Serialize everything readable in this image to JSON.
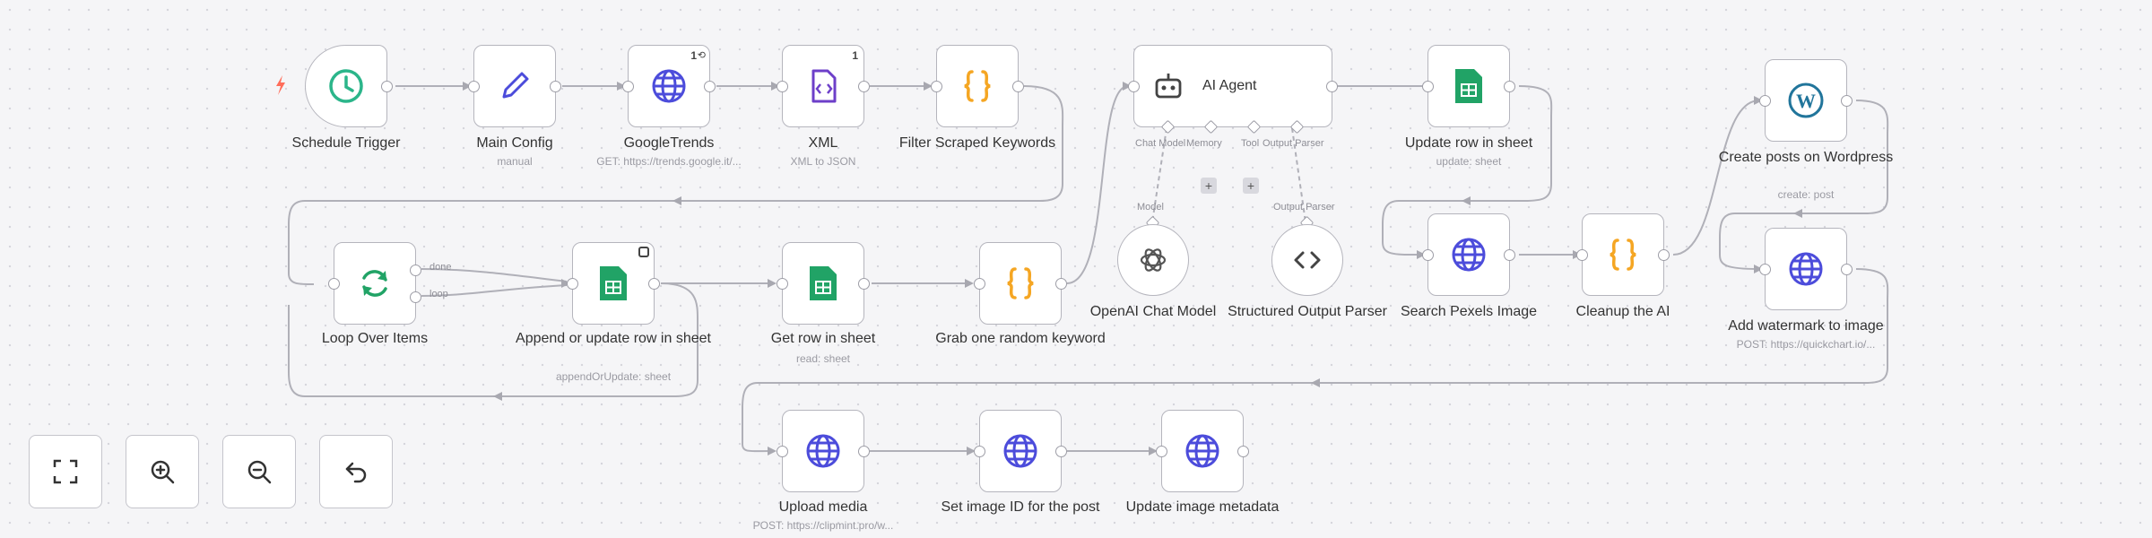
{
  "canvas": {
    "background": "#f5f5f7",
    "edge_color": "#b0b0b8"
  },
  "colors": {
    "green": "#21a366",
    "blue": "#4c4cdb",
    "orange": "#f5a623",
    "purple": "#6d3fc9",
    "teal": "#2bb58a",
    "red": "#ff6d5a"
  },
  "nodes": {
    "schedule_trigger": {
      "label": "Schedule Trigger",
      "icon": "clock-icon"
    },
    "main_config": {
      "label": "Main Config",
      "subtitle": "manual",
      "icon": "pencil-icon"
    },
    "google_trends": {
      "label": "GoogleTrends",
      "subtitle": "GET: https://trends.google.it/...",
      "badge": "1",
      "icon": "globe-icon"
    },
    "xml": {
      "label": "XML",
      "subtitle": "XML to JSON",
      "badge": "1",
      "icon": "xml-file-icon"
    },
    "filter_keywords": {
      "label": "Filter Scraped Keywords",
      "icon": "code-braces-icon"
    },
    "ai_agent": {
      "label": "AI Agent",
      "icon": "robot-icon",
      "ports": [
        "Chat Model",
        "Memory",
        "Tool",
        "Output Parser"
      ]
    },
    "update_row": {
      "label": "Update row in sheet",
      "subtitle": "update: sheet",
      "icon": "sheets-icon"
    },
    "create_posts": {
      "label": "Create posts on Wordpress",
      "subtitle": "create: post",
      "icon": "wordpress-icon"
    },
    "loop_items": {
      "label": "Loop Over Items",
      "outputs": [
        "done",
        "loop"
      ],
      "icon": "refresh-icon"
    },
    "append_row": {
      "label": "Append or update row in sheet",
      "subtitle": "appendOrUpdate: sheet",
      "icon": "sheets-icon"
    },
    "get_row": {
      "label": "Get row in sheet",
      "subtitle": "read: sheet",
      "icon": "sheets-icon"
    },
    "grab_keyword": {
      "label": "Grab one random keyword",
      "icon": "code-braces-icon"
    },
    "openai_model": {
      "label": "OpenAI Chat Model",
      "port_label": "Model",
      "icon": "openai-icon"
    },
    "output_parser": {
      "label": "Structured Output Parser",
      "port_label": "Output Parser",
      "icon": "code-brackets-icon"
    },
    "search_pexels": {
      "label": "Search Pexels Image",
      "icon": "globe-icon"
    },
    "cleanup_ai": {
      "label": "Cleanup the AI",
      "icon": "code-braces-icon"
    },
    "add_watermark": {
      "label": "Add watermark to image",
      "subtitle": "POST: https://quickchart.io/...",
      "icon": "globe-icon"
    },
    "upload_media": {
      "label": "Upload media",
      "subtitle": "POST: https://clipmint.pro/w...",
      "icon": "globe-icon"
    },
    "set_image_id": {
      "label": "Set image ID for the post",
      "icon": "globe-icon"
    },
    "update_metadata": {
      "label": "Update image metadata",
      "icon": "globe-icon"
    }
  },
  "plus_buttons": [
    "+",
    "+"
  ],
  "controls": [
    {
      "name": "fit-view",
      "icon": "fullscreen-icon"
    },
    {
      "name": "zoom-in",
      "icon": "zoom-in-icon"
    },
    {
      "name": "zoom-out",
      "icon": "zoom-out-icon"
    },
    {
      "name": "reset",
      "icon": "undo-icon"
    }
  ]
}
